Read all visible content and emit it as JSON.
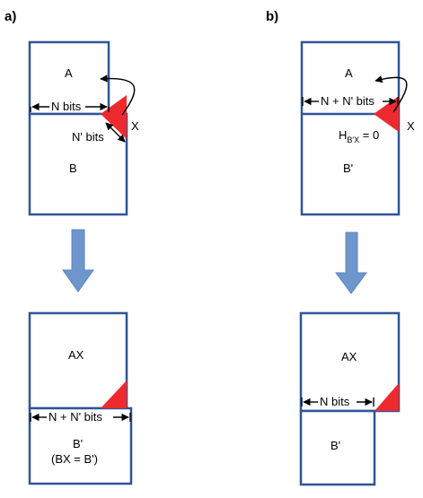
{
  "panels": {
    "a": {
      "label": "a)",
      "before": {
        "box_top": "A",
        "box_bottom": "B",
        "measure_width": "N bits",
        "measure_diag": "N' bits",
        "corner_label": "X"
      },
      "after": {
        "box_top": "AX",
        "box_bottom_line1": "B'",
        "box_bottom_line2": "(BX = B')",
        "measure_width": "N + N' bits"
      }
    },
    "b": {
      "label": "b)",
      "before": {
        "box_top": "A",
        "box_bottom": "B'",
        "measure_width": "N + N' bits",
        "entropy_base": "H",
        "entropy_sub": "B'X",
        "entropy_eq": " = 0",
        "corner_label": "X"
      },
      "after": {
        "box_top": "AX",
        "box_bottom": "B'",
        "measure_width": "N bits"
      }
    }
  },
  "colors": {
    "box_stroke": "#2e5597",
    "triangle_fill": "#ee2a2e",
    "big_arrow_fill": "#6f96cc",
    "big_arrow_stroke": "#5b84bf"
  }
}
